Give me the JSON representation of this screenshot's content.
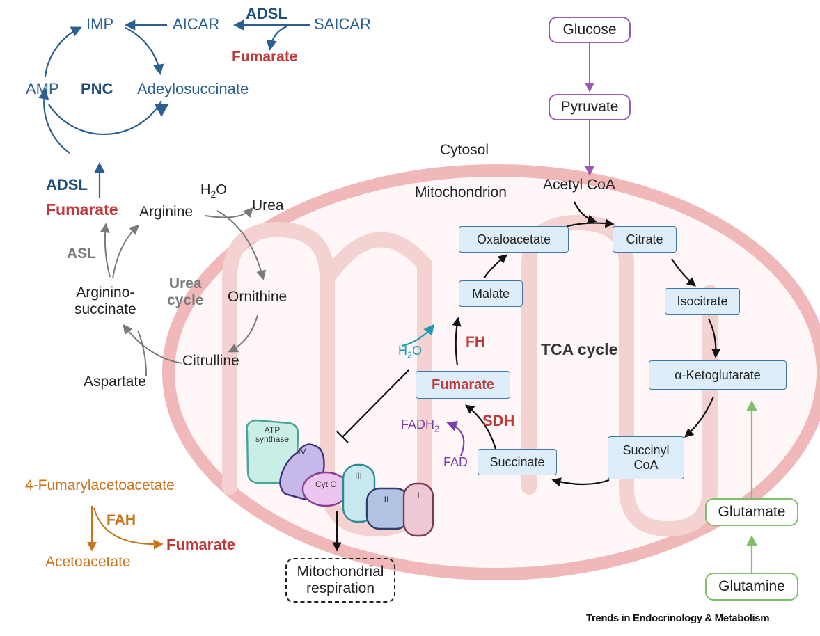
{
  "pnc": {
    "imp": "IMP",
    "aicar": "AICAR",
    "saicar": "SAICAR",
    "adsl_top": "ADSL",
    "fumarate_top": "Fumarate",
    "amp": "AMP",
    "label": "PNC",
    "adenylosuccinate": "Adeylosuccinate",
    "adsl_left": "ADSL",
    "fumarate_left": "Fumarate"
  },
  "urea": {
    "arginine": "Arginine",
    "h2o_h": "H",
    "h2o_sub": "2",
    "h2o_o": "O",
    "urea": "Urea",
    "asl": "ASL",
    "label_line1": "Urea",
    "label_line2": "cycle",
    "ornithine": "Ornithine",
    "argininosuccinate_line1": "Arginino-",
    "argininosuccinate_line2": "succinate",
    "citrulline": "Citrulline",
    "aspartate": "Aspartate"
  },
  "fah": {
    "substrate": "4-Fumarylacetoacetate",
    "enzyme": "FAH",
    "product": "Acetoacetate",
    "fumarate": "Fumarate"
  },
  "compartments": {
    "cytosol": "Cytosol",
    "mitochondrion": "Mitochondrion"
  },
  "glycolysis": {
    "glucose": "Glucose",
    "pyruvate": "Pyruvate",
    "acetyl_coa": "Acetyl CoA"
  },
  "tca": {
    "label": "TCA cycle",
    "oxaloacetate": "Oxaloacetate",
    "citrate": "Citrate",
    "isocitrate": "Isocitrate",
    "malate": "Malate",
    "alpha_kg": "α-Ketoglutarate",
    "fumarate": "Fumarate",
    "succinyl_line1": "Succinyl",
    "succinyl_line2": "CoA",
    "succinate": "Succinate",
    "fh": "FH",
    "sdh": "SDH",
    "h2o_h": "H",
    "h2o_sub": "2",
    "h2o_o": "O",
    "fadh2_main": "FADH",
    "fadh2_sub": "2",
    "fad": "FAD"
  },
  "etc": {
    "atp_line1": "ATP",
    "atp_line2": "synthase",
    "iv": "IV",
    "cytc": "Cyt C",
    "iii": "III",
    "ii": "II",
    "i": "I",
    "resp_line1": "Mitochondrial",
    "resp_line2": "respiration"
  },
  "glutamine": {
    "glutamate": "Glutamate",
    "glutamine": "Glutamine"
  },
  "credit": "Trends in Endocrinology & Metabolism",
  "colors": {
    "pnc_blue": "#2a5f8f",
    "fumarate_red": "#c13838",
    "urea_gray": "#7a7a7a",
    "fah_orange": "#c8741c",
    "glycolysis_purple": "#9b59b6",
    "glutamine_green": "#7dbf6a",
    "tca_box": "#ddeefa",
    "h2o_teal": "#1a9bb0",
    "fad_purple": "#7b3fb0",
    "mito_pink": "#f0b8b8"
  }
}
